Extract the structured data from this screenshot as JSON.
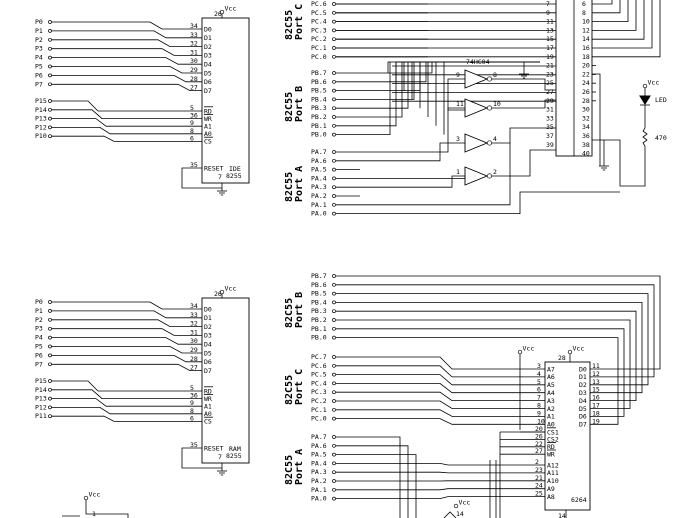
{
  "vcc": "Vcc",
  "ide_label": "IDE",
  "ide_chip": "8255",
  "ram_label": "RAM",
  "ram_chip": "8255",
  "chip_pins": [
    "34",
    "33",
    "32",
    "31",
    "30",
    "29",
    "28",
    "27"
  ],
  "chip_d_labels": [
    "D0",
    "D1",
    "D2",
    "D3",
    "D4",
    "D5",
    "D6",
    "D7"
  ],
  "chip_ctrl_pins": [
    "5",
    "36",
    "9",
    "8",
    "6"
  ],
  "chip_ctrl_labels": [
    "RD",
    "WR",
    "A1",
    "A0",
    "CS"
  ],
  "reset_pin": "35",
  "reset_label": "RESET",
  "gnd_pin": "7",
  "vcc_pin": "26",
  "cpu_pins": [
    "P0",
    "P1",
    "P2",
    "P3",
    "P4",
    "P5",
    "P6",
    "P7",
    "P15",
    "P14",
    "P13",
    "P12",
    "P10"
  ],
  "cpu_pins_ram": [
    "P0",
    "P1",
    "P2",
    "P3",
    "P4",
    "P5",
    "P6",
    "P7",
    "P15",
    "P14",
    "P13",
    "P12",
    "P11"
  ],
  "port_c_label_a": "82C55",
  "port_c_label_b": "Port C",
  "port_b_label_b": "Port B",
  "port_a_label_b": "Port A",
  "pc_lines": [
    "PC.6",
    "PC.5",
    "PC.4",
    "PC.3",
    "PC.2",
    "PC.1",
    "PC.0"
  ],
  "pb_lines": [
    "PB.7",
    "PB.6",
    "PB.5",
    "PB.4",
    "PB.3",
    "PB.2",
    "PB.1",
    "PB.0"
  ],
  "pa_lines": [
    "PA.7",
    "PA.6",
    "PA.5",
    "PA.4",
    "PA.3",
    "PA.2",
    "PA.1",
    "PA.0"
  ],
  "pc_lines_full": [
    "PC.7",
    "PC.6",
    "PC.5",
    "PC.4",
    "PC.3",
    "PC.2",
    "PC.1",
    "PC.0"
  ],
  "ide_conn_left": [
    "7",
    "9",
    "11",
    "13",
    "15",
    "17",
    "19",
    "21",
    "23",
    "25",
    "27",
    "29",
    "31",
    "33",
    "35",
    "37",
    "39"
  ],
  "ide_conn_right": [
    "6",
    "8",
    "10",
    "12",
    "14",
    "16",
    "18",
    "20",
    "22",
    "24",
    "26",
    "28",
    "30",
    "32",
    "34",
    "36",
    "38",
    "40"
  ],
  "hc04": "74HC04",
  "inv_pins": [
    [
      "9",
      "8"
    ],
    [
      "11",
      "10"
    ],
    [
      "3",
      "4"
    ],
    [
      "1",
      "2"
    ]
  ],
  "led": "LED",
  "resistor": "470",
  "ram_a_labels": [
    "A7",
    "A6",
    "A5",
    "A4",
    "A3",
    "A2",
    "A1",
    "A0"
  ],
  "ram_a_pins": [
    "3",
    "4",
    "5",
    "6",
    "7",
    "8",
    "9",
    "10"
  ],
  "ram_d_labels": [
    "D0",
    "D1",
    "D2",
    "D3",
    "D4",
    "D5",
    "D6",
    "D7"
  ],
  "ram_d_pins": [
    "11",
    "12",
    "13",
    "15",
    "16",
    "17",
    "18",
    "19"
  ],
  "ram_ctrl_labels": [
    "CS1",
    "CS2",
    "RD",
    "WR"
  ],
  "ram_ctrl_pins": [
    "20",
    "26",
    "22",
    "27"
  ],
  "ram_hi_labels": [
    "A12",
    "A11",
    "A10",
    "A9",
    "A8"
  ],
  "ram_hi_pins": [
    "2",
    "23",
    "21",
    "24",
    "25"
  ],
  "ram_vcc_pin": "28",
  "ram_gnd_pin": "14",
  "ram_chip_name": "6264",
  "inv_vcc_pin": "14"
}
